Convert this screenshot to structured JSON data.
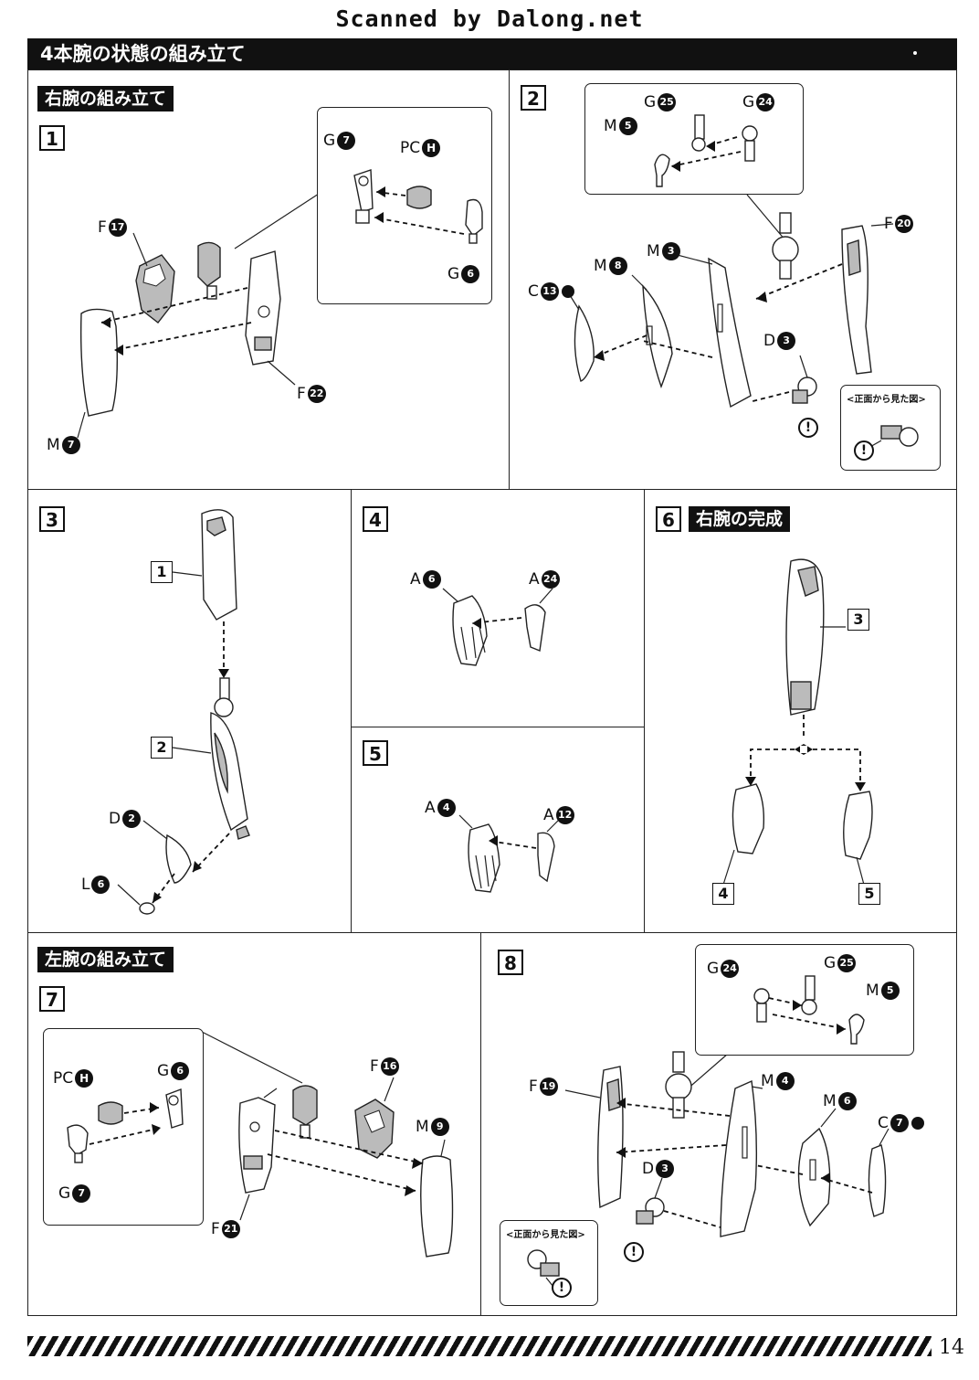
{
  "scan_banner": "Scanned by Dalong.net",
  "section_title": "4本腕の状態の組み立て",
  "subheads": {
    "right_arm": "右腕の組み立て",
    "right_arm_complete": "右腕の完成",
    "left_arm": "左腕の組み立て"
  },
  "front_view_label": "<正面から見た図>",
  "warning_symbol": "!",
  "steps": {
    "s1": {
      "number": "1",
      "parts": [
        {
          "prefix": "G",
          "num": "7"
        },
        {
          "prefix": "PC",
          "num": "H"
        },
        {
          "prefix": "G",
          "num": "6"
        },
        {
          "prefix": "F",
          "num": "17"
        },
        {
          "prefix": "F",
          "num": "22"
        },
        {
          "prefix": "M",
          "num": "7"
        }
      ]
    },
    "s2": {
      "number": "2",
      "parts": [
        {
          "prefix": "G",
          "num": "25"
        },
        {
          "prefix": "G",
          "num": "24"
        },
        {
          "prefix": "M",
          "num": "5"
        },
        {
          "prefix": "F",
          "num": "20"
        },
        {
          "prefix": "M",
          "num": "8"
        },
        {
          "prefix": "M",
          "num": "3"
        },
        {
          "prefix": "C",
          "num": "13"
        },
        {
          "prefix": "D",
          "num": "3"
        }
      ]
    },
    "s3": {
      "number": "3",
      "refs": [
        "1",
        "2"
      ],
      "parts": [
        {
          "prefix": "D",
          "num": "2"
        },
        {
          "prefix": "L",
          "num": "6"
        }
      ]
    },
    "s4": {
      "number": "4",
      "parts": [
        {
          "prefix": "A",
          "num": "6"
        },
        {
          "prefix": "A",
          "num": "24"
        }
      ]
    },
    "s5": {
      "number": "5",
      "parts": [
        {
          "prefix": "A",
          "num": "4"
        },
        {
          "prefix": "A",
          "num": "12"
        }
      ]
    },
    "s6": {
      "number": "6",
      "refs": [
        "3",
        "4",
        "5"
      ]
    },
    "s7": {
      "number": "7",
      "parts": [
        {
          "prefix": "PC",
          "num": "H"
        },
        {
          "prefix": "G",
          "num": "6"
        },
        {
          "prefix": "G",
          "num": "7"
        },
        {
          "prefix": "F",
          "num": "16"
        },
        {
          "prefix": "M",
          "num": "9"
        },
        {
          "prefix": "F",
          "num": "21"
        }
      ]
    },
    "s8": {
      "number": "8",
      "parts": [
        {
          "prefix": "G",
          "num": "24"
        },
        {
          "prefix": "G",
          "num": "25"
        },
        {
          "prefix": "M",
          "num": "5"
        },
        {
          "prefix": "F",
          "num": "19"
        },
        {
          "prefix": "M",
          "num": "4"
        },
        {
          "prefix": "M",
          "num": "6"
        },
        {
          "prefix": "C",
          "num": "7"
        },
        {
          "prefix": "D",
          "num": "3"
        }
      ]
    }
  },
  "page_number": "14"
}
